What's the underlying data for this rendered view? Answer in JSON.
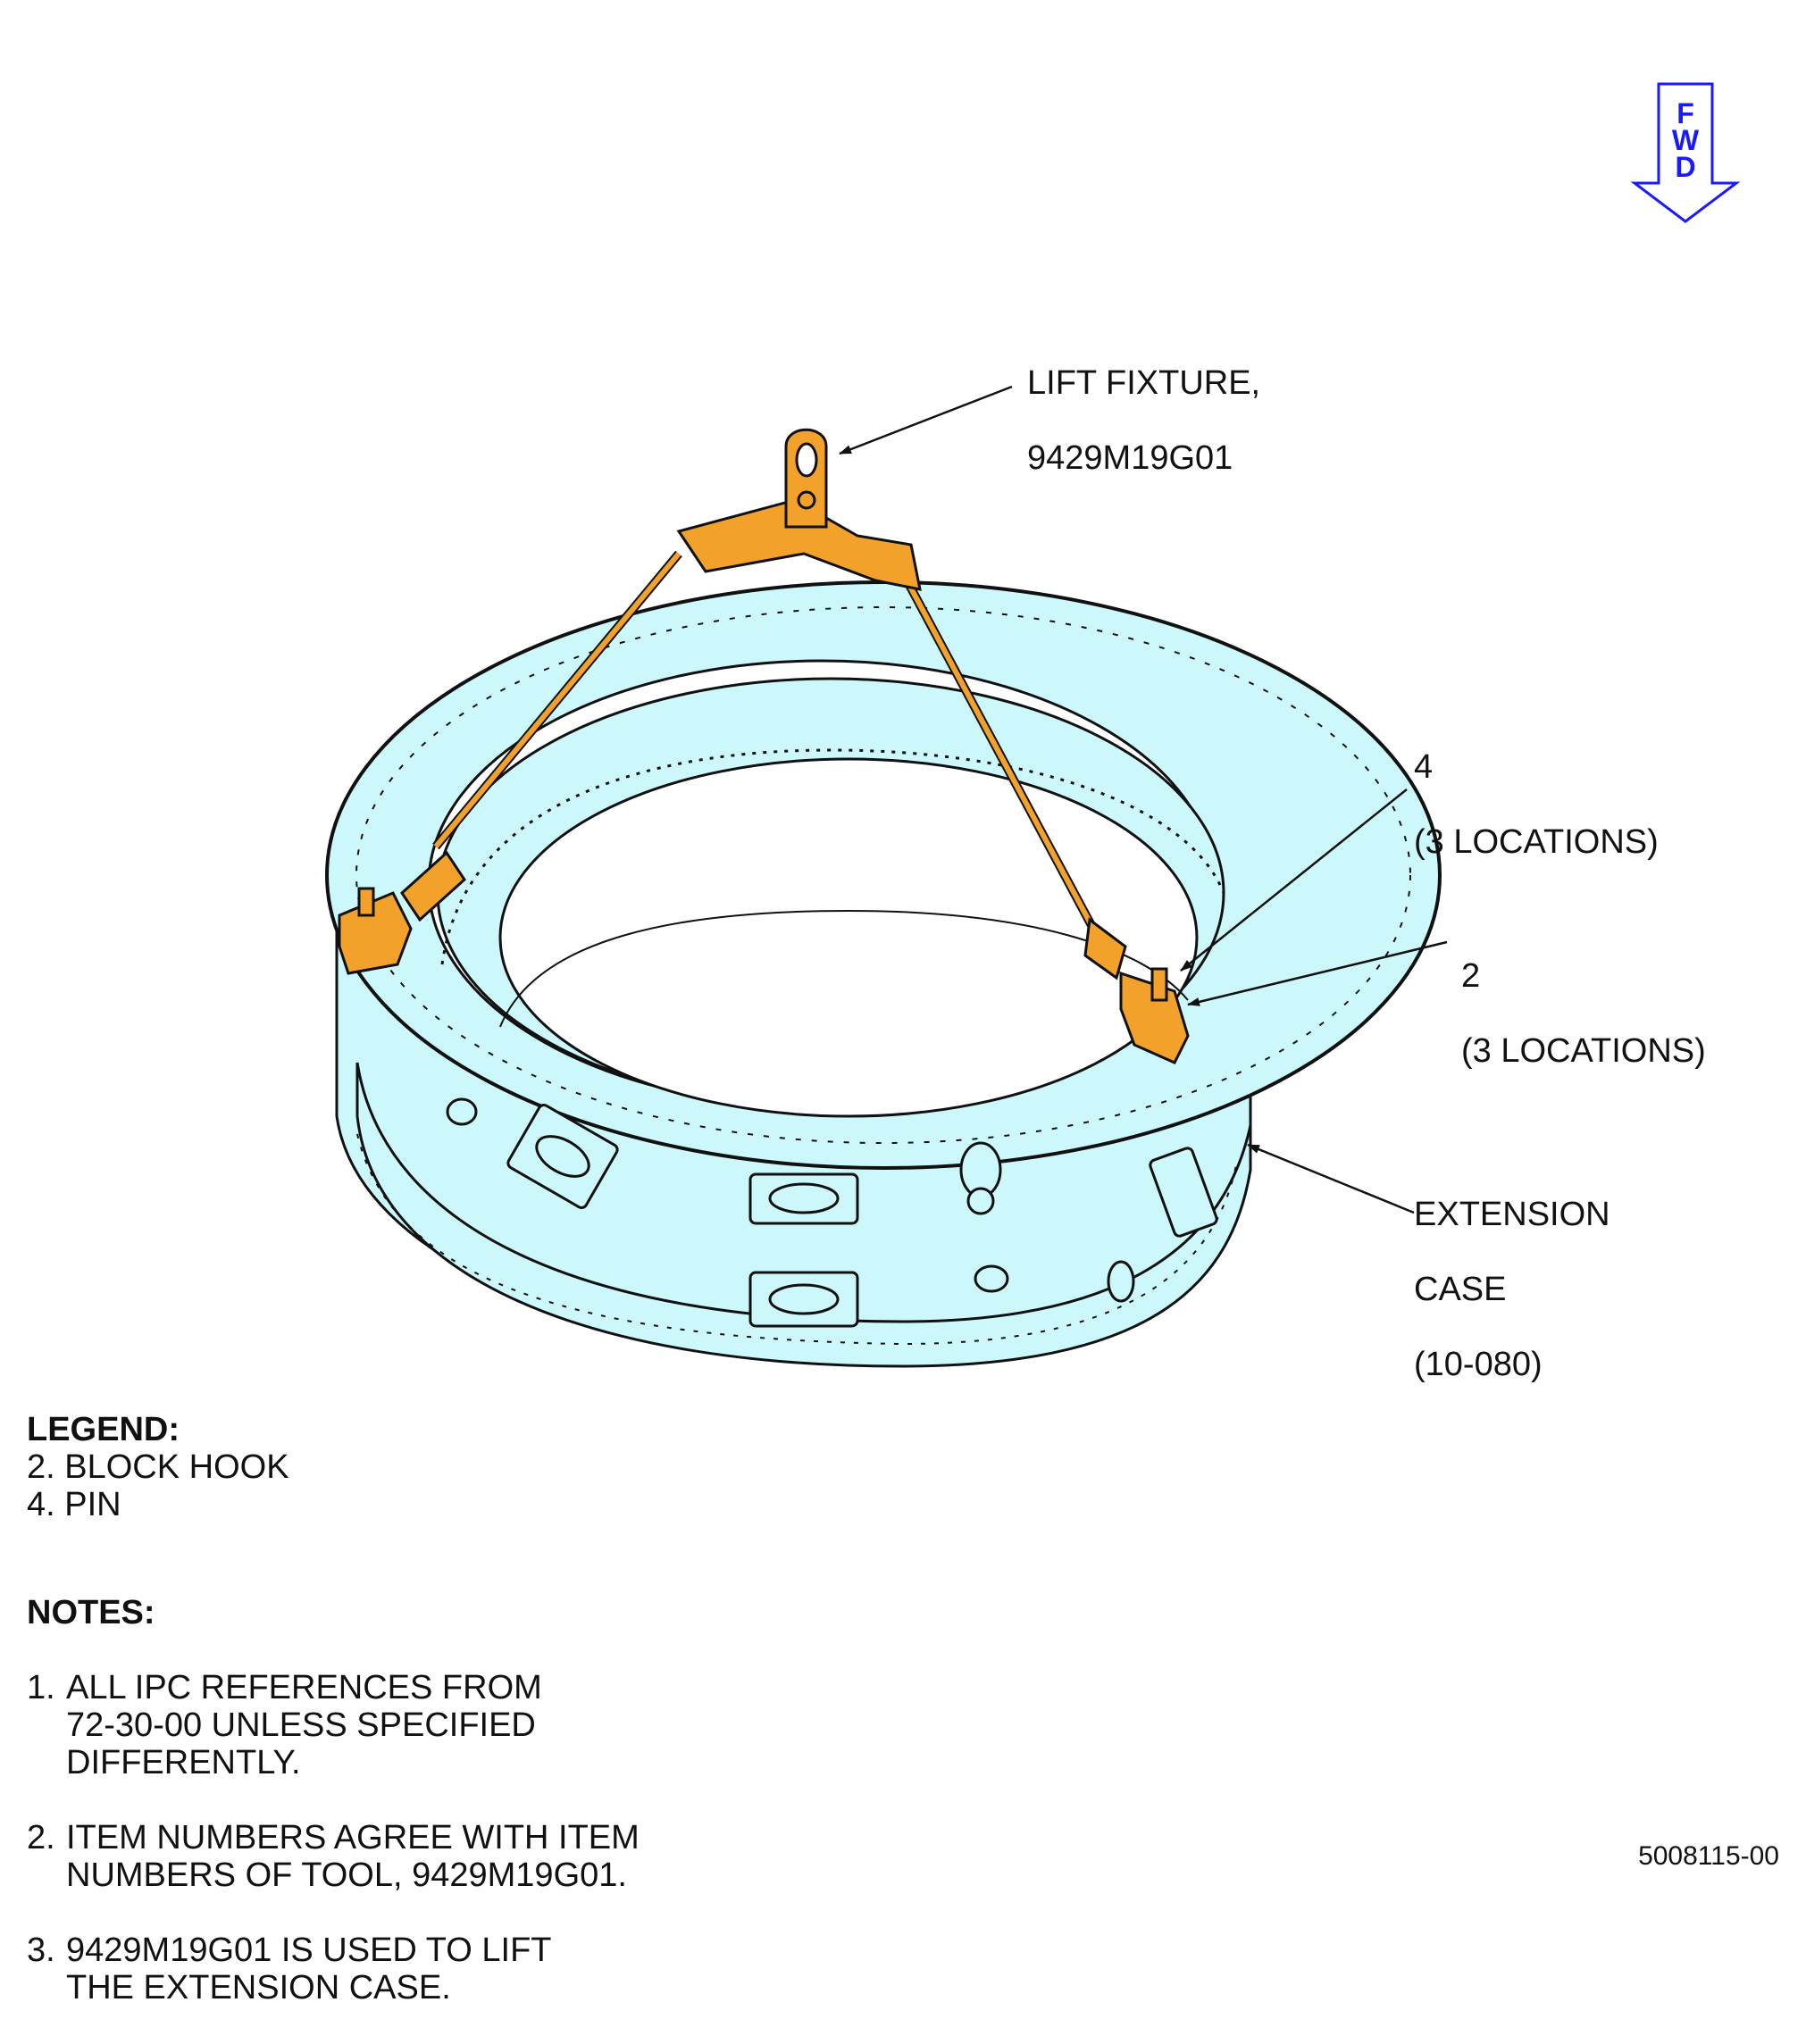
{
  "fwd_indicator": {
    "letters": [
      "F",
      "W",
      "D"
    ],
    "color": "#1a1aff"
  },
  "callouts": {
    "lift_fixture": {
      "line1": "LIFT FIXTURE,",
      "line2": "9429M19G01"
    },
    "pin": {
      "line1": "4",
      "line2": "(3 LOCATIONS)"
    },
    "block_hook": {
      "line1": "2",
      "line2": "(3 LOCATIONS)"
    },
    "extension_case": {
      "line1": "EXTENSION",
      "line2": "CASE",
      "line3": "(10-080)"
    }
  },
  "legend": {
    "title": "LEGEND:",
    "items": [
      "2. BLOCK HOOK",
      "4. PIN"
    ]
  },
  "notes": {
    "title": "NOTES:",
    "items": [
      {
        "num": "1.",
        "text": "ALL IPC REFERENCES FROM\n72-30-00 UNLESS SPECIFIED\nDIFFERENTLY."
      },
      {
        "num": "2.",
        "text": "ITEM NUMBERS AGREE WITH ITEM\nNUMBERS OF TOOL, 9429M19G01."
      },
      {
        "num": "3.",
        "text": "9429M19G01 IS USED TO LIFT\nTHE EXTENSION CASE."
      }
    ]
  },
  "figure_id": "5008115-00",
  "colors": {
    "case_fill": "#cdf8fb",
    "fixture_fill": "#f2a22a",
    "line": "#111111"
  }
}
